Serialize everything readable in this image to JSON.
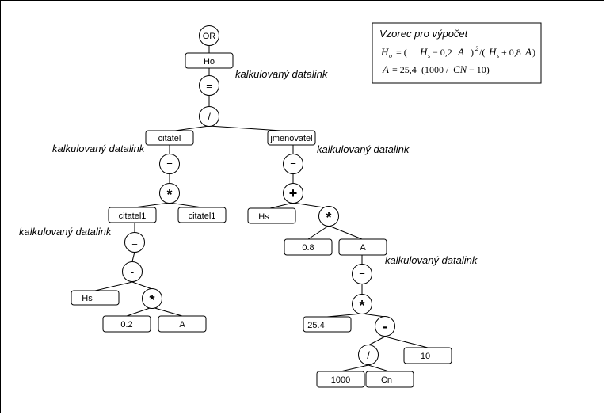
{
  "formula": {
    "title": "Vzorec pro výpočet",
    "line1": {
      "H": "H",
      "o": "o",
      "eq_open": "= (",
      "Hs": "H",
      "s": "s",
      "minus": "− 0,2",
      "A": "A",
      "close": ")",
      "power": "2",
      "div": "/(",
      "Hs2": "H",
      "s2": "s",
      "plus": "+ 0,8",
      "A2": "A",
      "close2": ")"
    },
    "line2": {
      "A": "A",
      "eq": "= 25,4",
      "open": "(1000 /",
      "CN": "CN",
      "rest": "− 10)"
    }
  },
  "annotation": "kalkulovaný datalink",
  "nodes": {
    "or": "OR",
    "ho": "Ho",
    "eq_top": "=",
    "div_top": "/",
    "citatel": "citatel",
    "jmenovatel": "jmenovatel",
    "eq_citatel": "=",
    "mul_citatel": "*",
    "citatel1_a": "citatel1",
    "citatel1_b": "citatel1",
    "eq_citatel1": "=",
    "minus_citatel1": "-",
    "hs_left": "Hs",
    "mul_left": "*",
    "v02": "0.2",
    "a_left": "A",
    "eq_jmen": "=",
    "plus_jmen": "+",
    "hs_right": "Hs",
    "mul_right": "*",
    "v08": "0.8",
    "a_right": "A",
    "eq_a": "=",
    "mul_a": "*",
    "v254": "25.4",
    "minus_a": "-",
    "div_a": "/",
    "v10": "10",
    "v1000": "1000",
    "cn": "Cn"
  }
}
